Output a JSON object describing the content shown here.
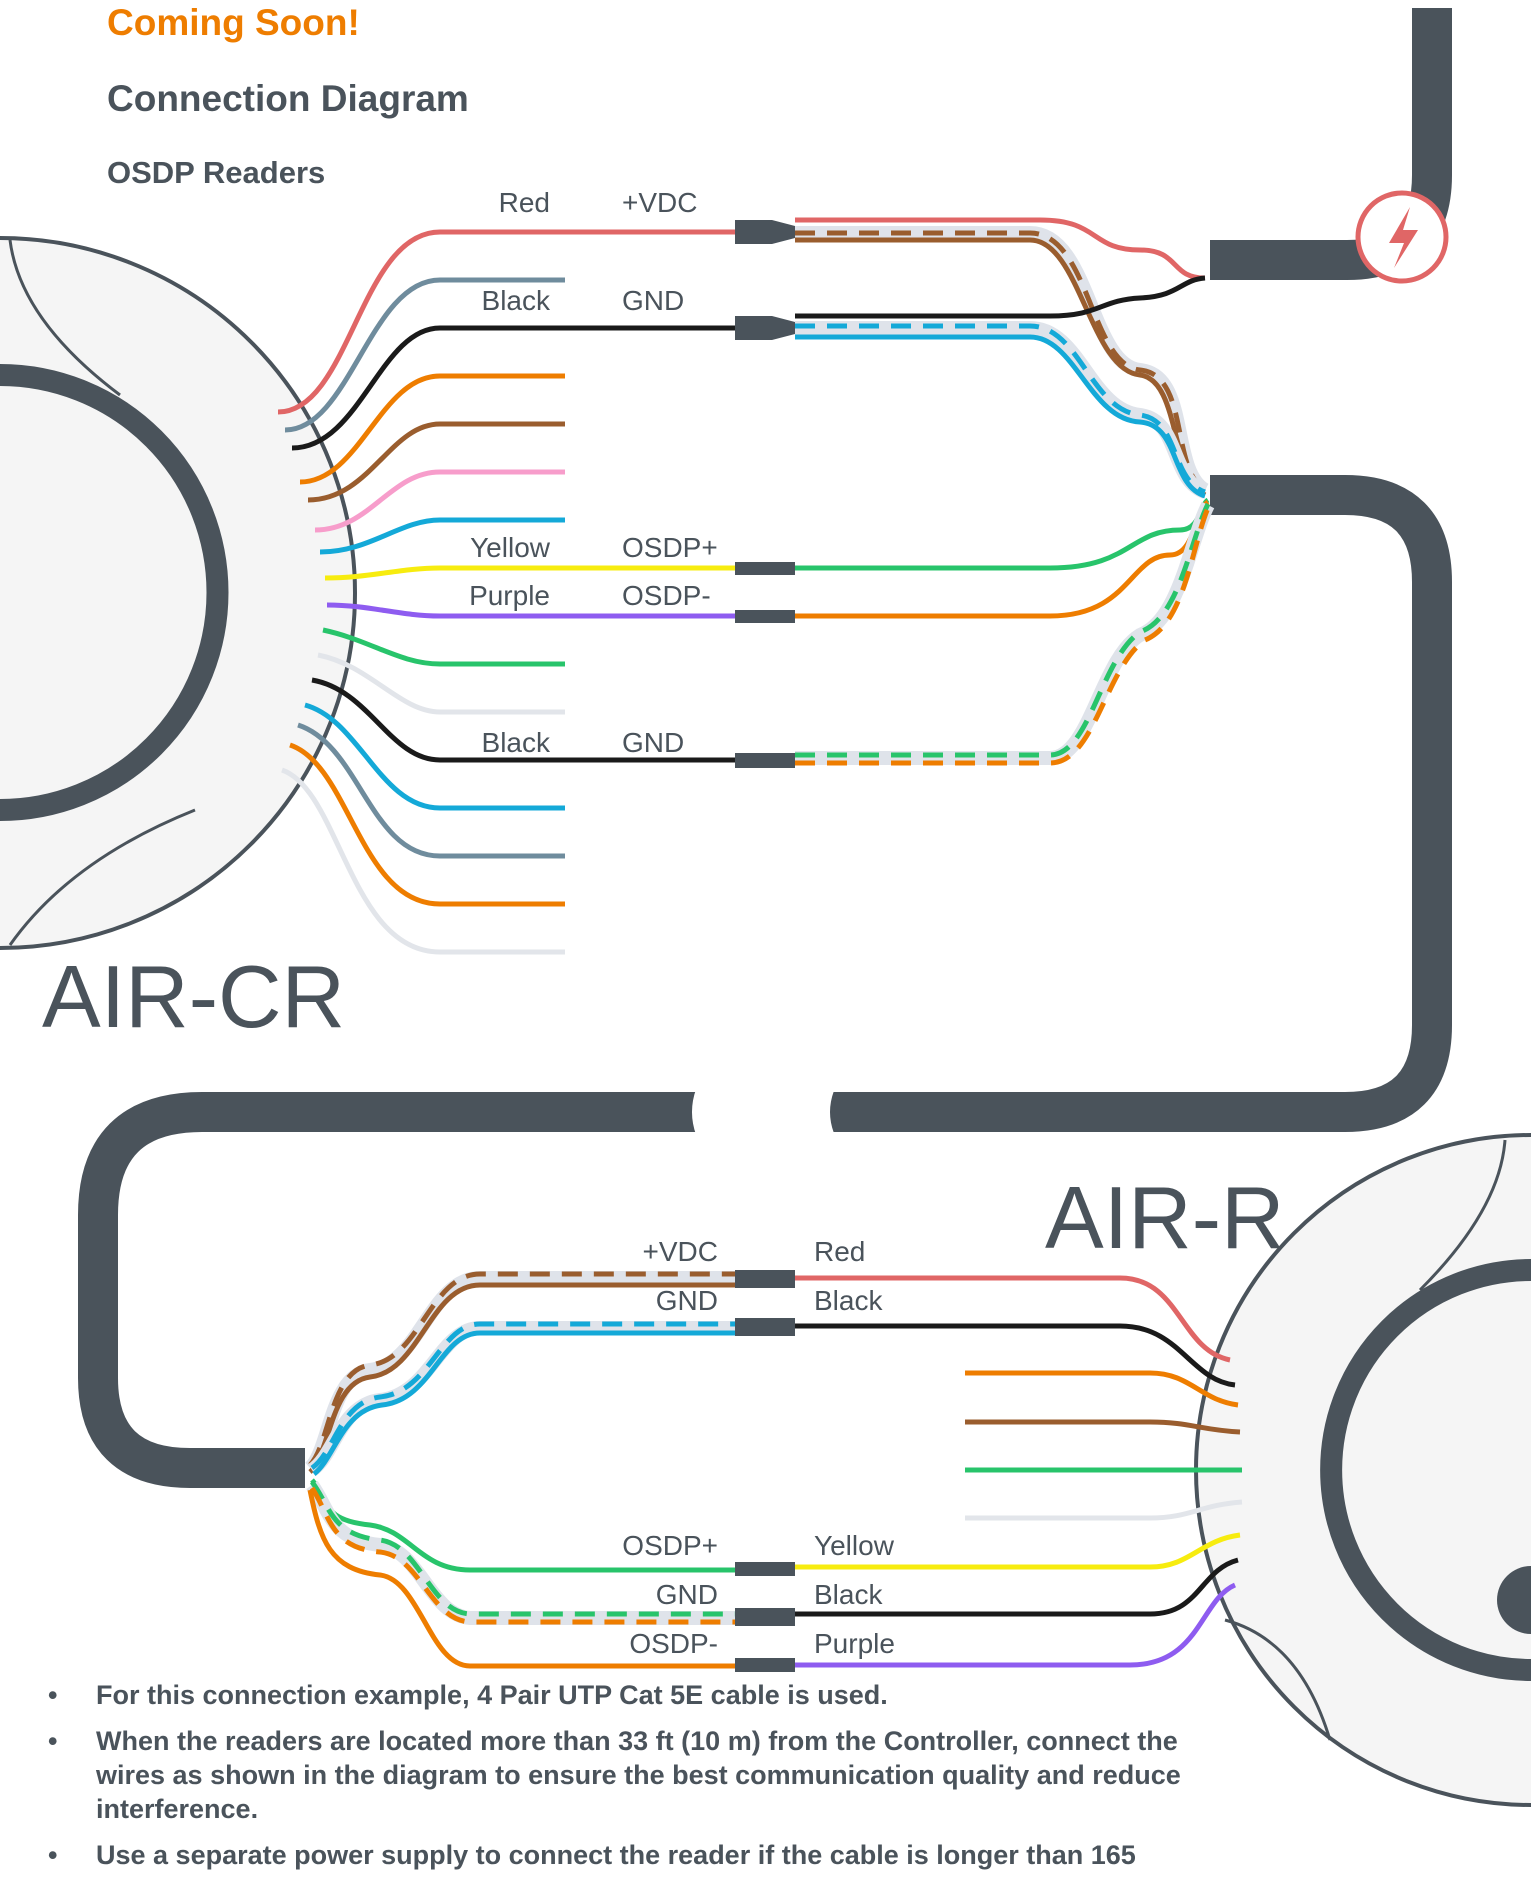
{
  "header": {
    "coming_soon": "Coming Soon!",
    "title": "Connection Diagram",
    "subtitle": "OSDP Readers"
  },
  "devices": {
    "controller": "AIR-CR",
    "reader": "AIR-R"
  },
  "controller_wires": [
    {
      "color_name": "Red",
      "signal": "+VDC"
    },
    {
      "color_name": "Black",
      "signal": "GND"
    },
    {
      "color_name": "Yellow",
      "signal": "OSDP+"
    },
    {
      "color_name": "Purple",
      "signal": "OSDP-"
    },
    {
      "color_name": "Black",
      "signal": "GND"
    }
  ],
  "reader_wires": [
    {
      "color_name": "Red",
      "signal": "+VDC"
    },
    {
      "color_name": "Black",
      "signal": "GND"
    },
    {
      "color_name": "Yellow",
      "signal": "OSDP+"
    },
    {
      "color_name": "Black",
      "signal": "GND"
    },
    {
      "color_name": "Purple",
      "signal": "OSDP-"
    }
  ],
  "icons": {
    "power": "lightning-bolt-icon"
  },
  "colors": {
    "accent": "#ee7d00",
    "text": "#4a535b",
    "red": "#e06666",
    "black": "#1a1a1a",
    "yellow": "#f7ec0f",
    "purple": "#8e5cf0",
    "green": "#28c46b",
    "orange": "#ee7d00",
    "brown": "#9a5d2e",
    "blue": "#14a9d8",
    "cable": "#4a535b"
  },
  "notes": [
    "For this connection example, 4 Pair UTP Cat 5E cable is used.",
    "When the readers are located more than 33 ft (10 m) from the Controller, connect the wires as shown in the diagram to ensure the best communication quality and reduce interference.",
    "Use a separate power supply to connect the reader if the cable is longer than 165"
  ]
}
